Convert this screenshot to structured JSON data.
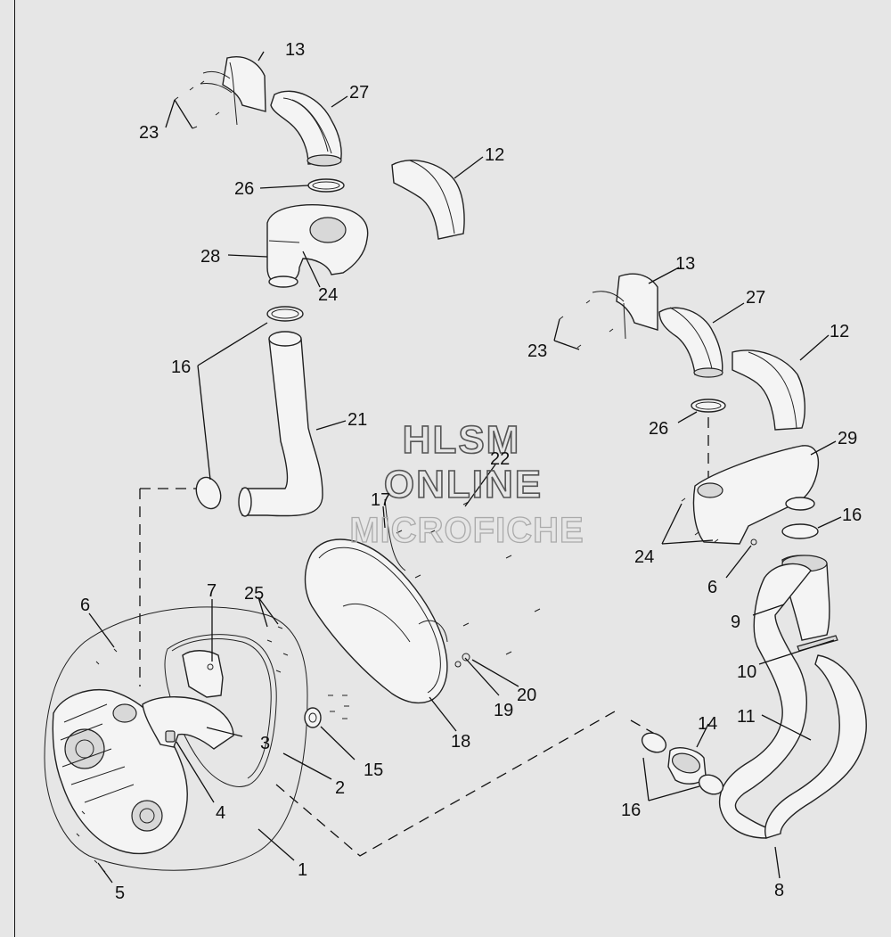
{
  "watermark": {
    "line1": "HLSM",
    "line2": "ONLINE",
    "line3": "MICROFICHE"
  },
  "callouts": [
    {
      "id": "c1",
      "text": "1"
    },
    {
      "id": "c2",
      "text": "2"
    },
    {
      "id": "c3",
      "text": "3"
    },
    {
      "id": "c4",
      "text": "4"
    },
    {
      "id": "c5",
      "text": "5"
    },
    {
      "id": "c6a",
      "text": "6"
    },
    {
      "id": "c6b",
      "text": "6"
    },
    {
      "id": "c7",
      "text": "7"
    },
    {
      "id": "c8",
      "text": "8"
    },
    {
      "id": "c9",
      "text": "9"
    },
    {
      "id": "c10",
      "text": "10"
    },
    {
      "id": "c11",
      "text": "11"
    },
    {
      "id": "c12a",
      "text": "12"
    },
    {
      "id": "c12b",
      "text": "12"
    },
    {
      "id": "c13a",
      "text": "13"
    },
    {
      "id": "c13b",
      "text": "13"
    },
    {
      "id": "c14",
      "text": "14"
    },
    {
      "id": "c15",
      "text": "15"
    },
    {
      "id": "c16a",
      "text": "16"
    },
    {
      "id": "c16b",
      "text": "16"
    },
    {
      "id": "c16c",
      "text": "16"
    },
    {
      "id": "c17",
      "text": "17"
    },
    {
      "id": "c18",
      "text": "18"
    },
    {
      "id": "c19",
      "text": "19"
    },
    {
      "id": "c20",
      "text": "20"
    },
    {
      "id": "c21",
      "text": "21"
    },
    {
      "id": "c22",
      "text": "22"
    },
    {
      "id": "c23a",
      "text": "23"
    },
    {
      "id": "c23b",
      "text": "23"
    },
    {
      "id": "c24a",
      "text": "24"
    },
    {
      "id": "c24b",
      "text": "24"
    },
    {
      "id": "c25",
      "text": "25"
    },
    {
      "id": "c26a",
      "text": "26"
    },
    {
      "id": "c26b",
      "text": "26"
    },
    {
      "id": "c27a",
      "text": "27"
    },
    {
      "id": "c27b",
      "text": "27"
    },
    {
      "id": "c28",
      "text": "28"
    },
    {
      "id": "c29",
      "text": "29"
    }
  ]
}
